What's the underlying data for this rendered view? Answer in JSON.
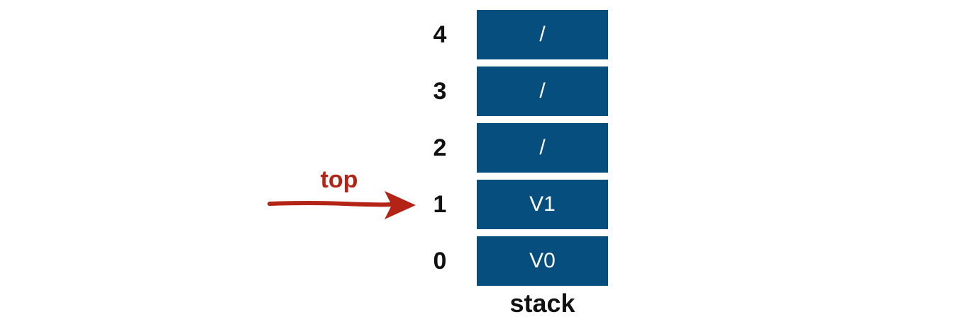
{
  "colors": {
    "cell_fill": "#054e7e",
    "cell_text": "#ffffff",
    "index_text": "#111111",
    "pointer": "#b32416"
  },
  "stack": {
    "label": "stack",
    "cells": [
      {
        "index": "4",
        "value": "/"
      },
      {
        "index": "3",
        "value": "/"
      },
      {
        "index": "2",
        "value": "/"
      },
      {
        "index": "1",
        "value": "V1"
      },
      {
        "index": "0",
        "value": "V0"
      }
    ]
  },
  "pointer": {
    "label": "top",
    "points_to_index": "1",
    "icon": "arrow-right-icon"
  }
}
